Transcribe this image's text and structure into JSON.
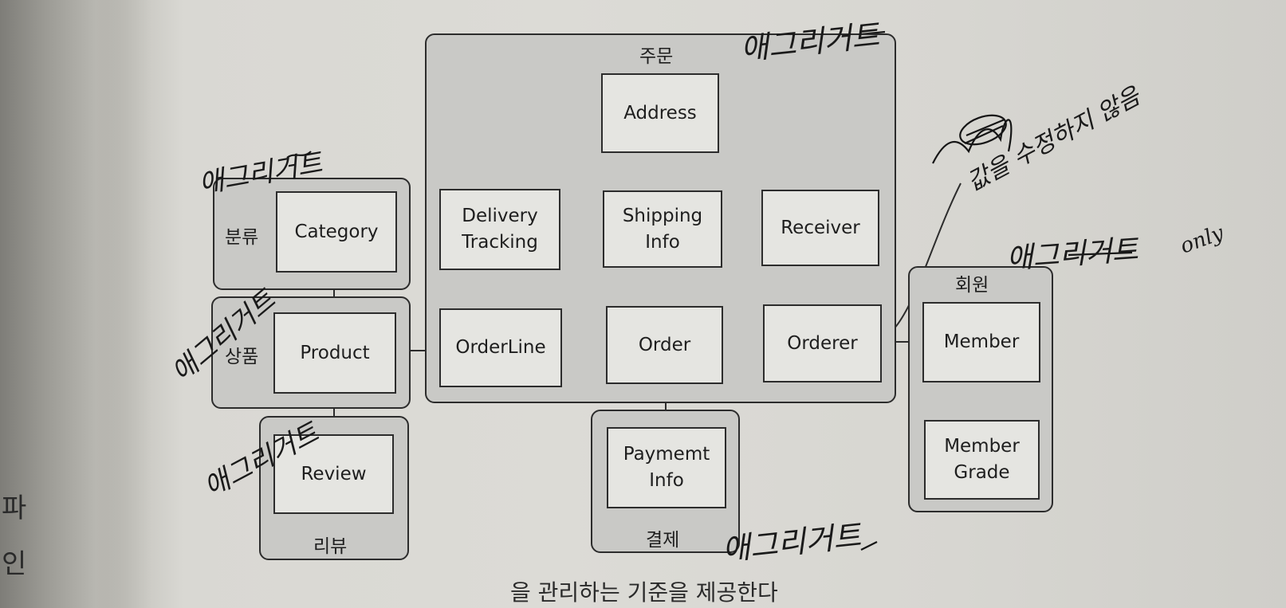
{
  "groups": {
    "order": "주문",
    "category": "분류",
    "product": "상품",
    "review": "리뷰",
    "payment": "결제",
    "member": "회원"
  },
  "entities": {
    "address": "Address",
    "delivery_tracking": "Delivery\nTracking",
    "shipping_info": "Shipping\nInfo",
    "receiver": "Receiver",
    "orderline": "OrderLine",
    "order": "Order",
    "orderer": "Orderer",
    "category": "Category",
    "product": "Product",
    "review": "Review",
    "payment_info": "Paymemt\nInfo",
    "member": "Member",
    "member_grade": "Member\nGrade"
  },
  "handwriting": {
    "order_note": "애그리거트",
    "category_note": "애그리거트",
    "product_note": "애그리거트",
    "review_note": "애그리거트",
    "payment_note": "애그리거트",
    "member_note": "애그리거트",
    "side_note": "값을 수정하지 않음",
    "only": "only"
  },
  "margin_chars": {
    "first": "파",
    "second": "인"
  },
  "footer_text": "을 관리하는 기준을 제공한다"
}
